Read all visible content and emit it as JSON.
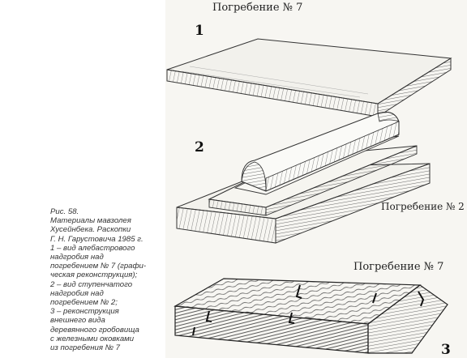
{
  "caption": {
    "lines": [
      "Рис. 58.",
      "Материалы мавзолея",
      "Хусейнбека. Раскопки",
      "Г. Н. Гарустовича 1985 г.",
      "1 – вид алебастрового",
      "надгробия над",
      "погребением № 7 (графи-",
      "ческая реконструкция);",
      "2 – вид ступенчатого",
      "надгробия над",
      "погребением № 2;",
      "3 – реконструкция",
      "внешнего вида",
      "деревянного гробовища",
      "с железными оковками",
      "из погребения № 7"
    ]
  },
  "figure": {
    "label_top": "Погребение № 7",
    "label_mid": "Погребение № 2",
    "label_bottom": "Погребение № 7",
    "num1": "1",
    "num2": "2",
    "num3": "3"
  }
}
